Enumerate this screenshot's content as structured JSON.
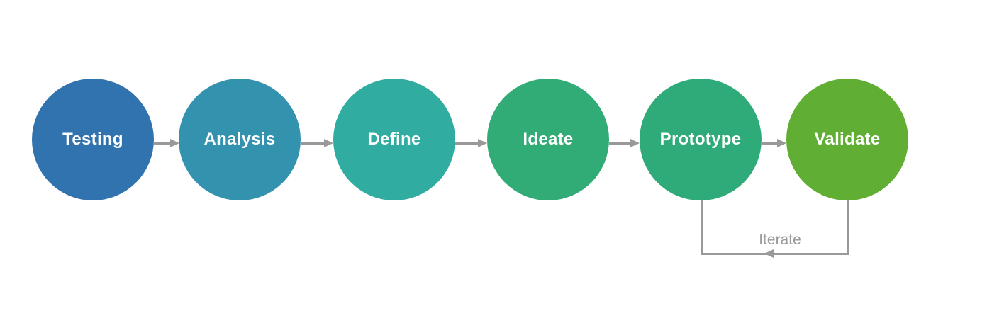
{
  "diagram": {
    "type": "process-flow",
    "background_color": "#ffffff",
    "connector_color": "#999999",
    "step_label_color": "#ffffff",
    "steps": [
      {
        "label": "Testing",
        "color": "#3173ae"
      },
      {
        "label": "Analysis",
        "color": "#3392ae"
      },
      {
        "label": "Define",
        "color": "#30aca0"
      },
      {
        "label": "Ideate",
        "color": "#32ac77"
      },
      {
        "label": "Prototype",
        "color": "#2fab79"
      },
      {
        "label": "Validate",
        "color": "#60ae33"
      }
    ],
    "loop": {
      "label": "Iterate",
      "from": "Validate",
      "to": "Prototype",
      "label_color": "#999999"
    },
    "icons": {
      "forward_arrowhead": "right-triangle",
      "loop_arrowhead": "left-triangle"
    }
  }
}
